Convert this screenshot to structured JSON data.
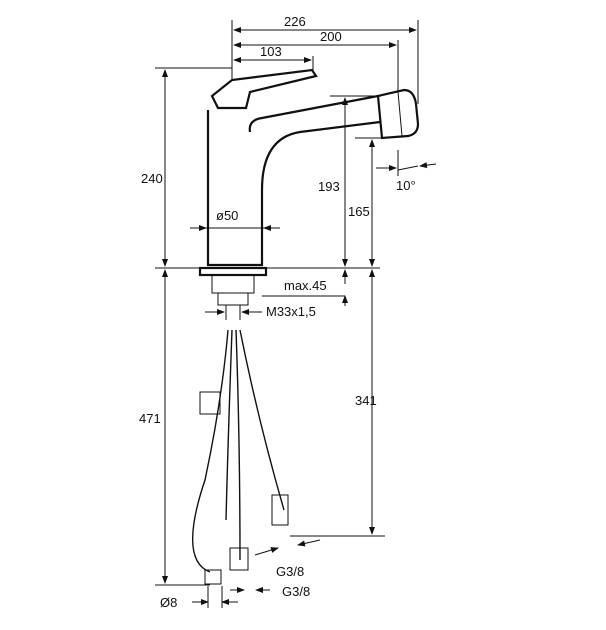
{
  "dimensions": {
    "overall_reach": "226",
    "spout_reach": "200",
    "lever_reach": "103",
    "total_height": "240",
    "spout_height": "193",
    "outlet_height": "165",
    "body_diameter": "ø50",
    "spout_angle": "10°",
    "max_deck_thickness": "max.45",
    "thread": "M33x1,5",
    "hose_length_total": "471",
    "hose_length": "341",
    "connection_thread_upper": "G3/8",
    "connection_thread_lower": "G3/8",
    "hose_diameter": "Ø8"
  }
}
